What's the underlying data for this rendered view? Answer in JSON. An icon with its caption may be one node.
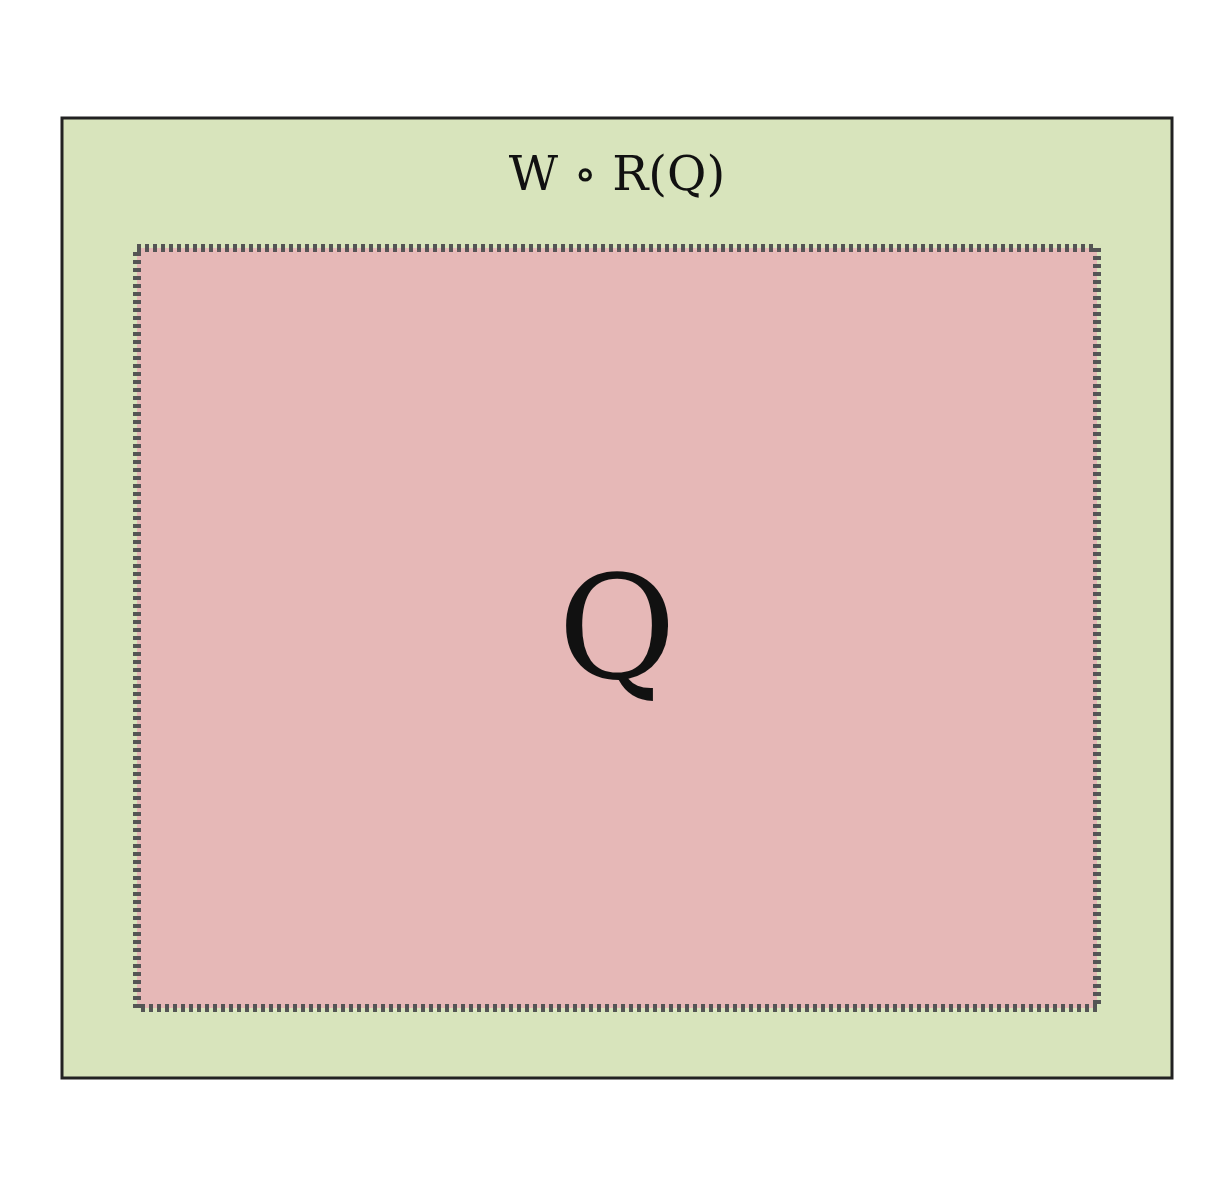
{
  "diagram": {
    "nodes": [
      {
        "text": [
          "W ∘ R(Q)"
        ]
      },
      {
        "text": [
          "Q"
        ],
        "in": 0
      }
    ]
  }
}
